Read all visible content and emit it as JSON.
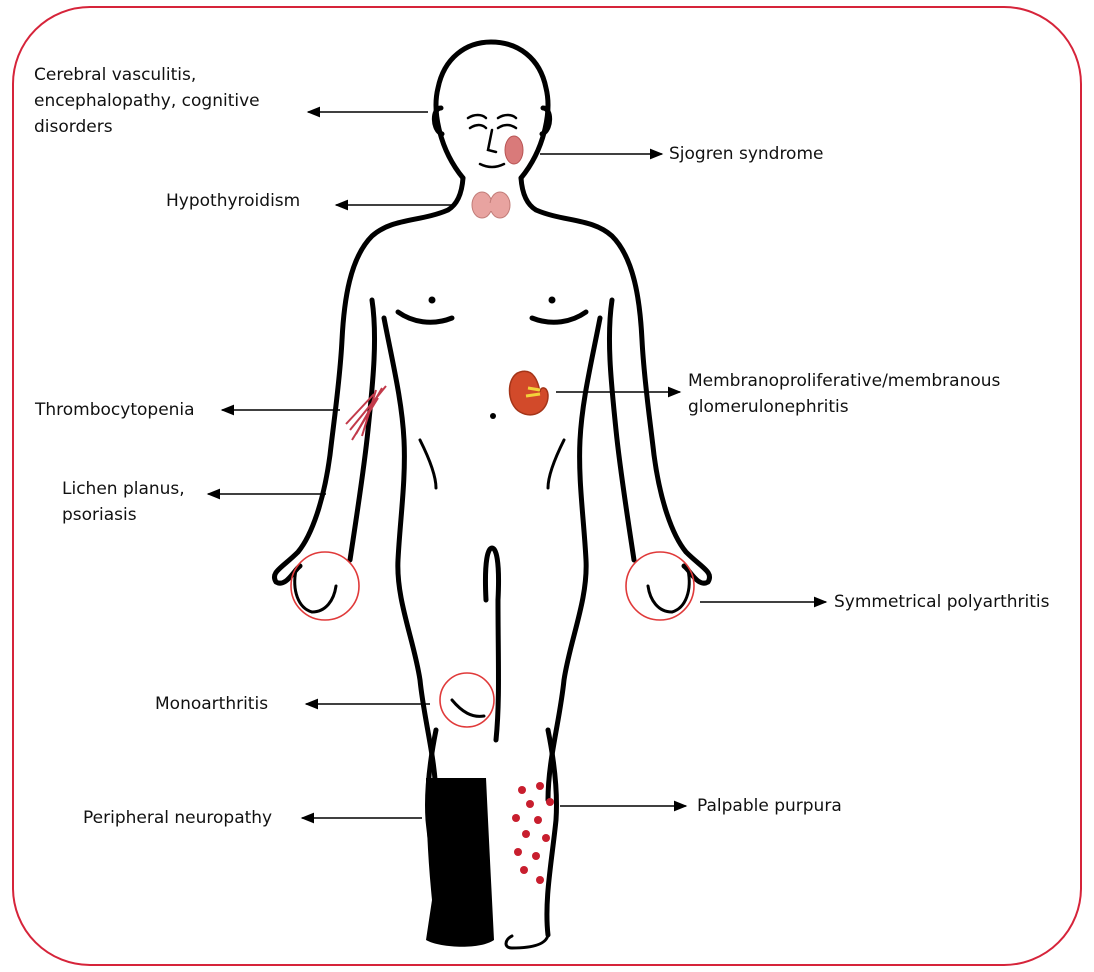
{
  "colors": {
    "frame": "#d6243a",
    "outline": "#000000",
    "joint_circle": "#e03a3a",
    "purpura": "#c81e2e",
    "thyroid": "#e8a3a0",
    "kidney": "#d24a2a",
    "cheek": "#d97a7a",
    "stocking": "#000000"
  },
  "labels": {
    "cerebral": "Cerebral vasculitis,\nencephalopathy, cognitive\ndisorders",
    "sjogren": "Sjogren syndrome",
    "hypothyroidism": "Hypothyroidism",
    "glomerulonephritis": "Membranoproliferative/membranous\nglomerulonephritis",
    "thrombocytopenia": "Thrombocytopenia",
    "lichen": "Lichen planus,\npsoriasis",
    "polyarthritis": "Symmetrical polyarthritis",
    "monoarthritis": "Monoarthritis",
    "neuropathy": "Peripheral neuropathy",
    "purpura": "Palpable purpura"
  }
}
